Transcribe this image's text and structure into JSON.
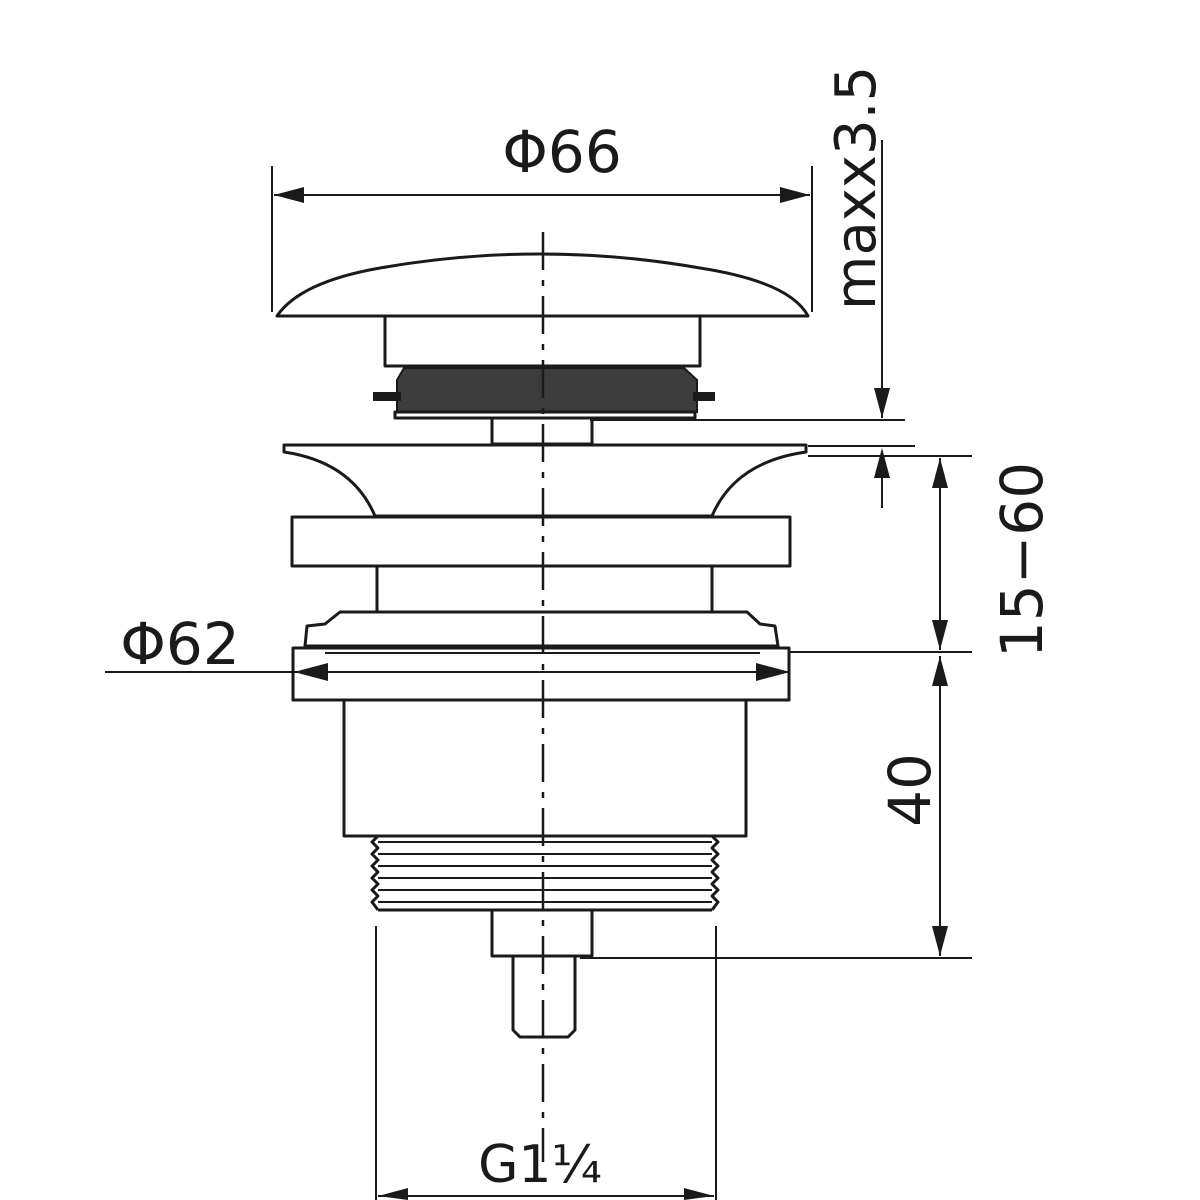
{
  "dimensions": {
    "cap_diameter": "Φ66",
    "max_gap": "maxx3.5",
    "thickness_range": "15−60",
    "flange_diameter": "Φ62",
    "body_height": "40",
    "thread": "G1¼"
  }
}
